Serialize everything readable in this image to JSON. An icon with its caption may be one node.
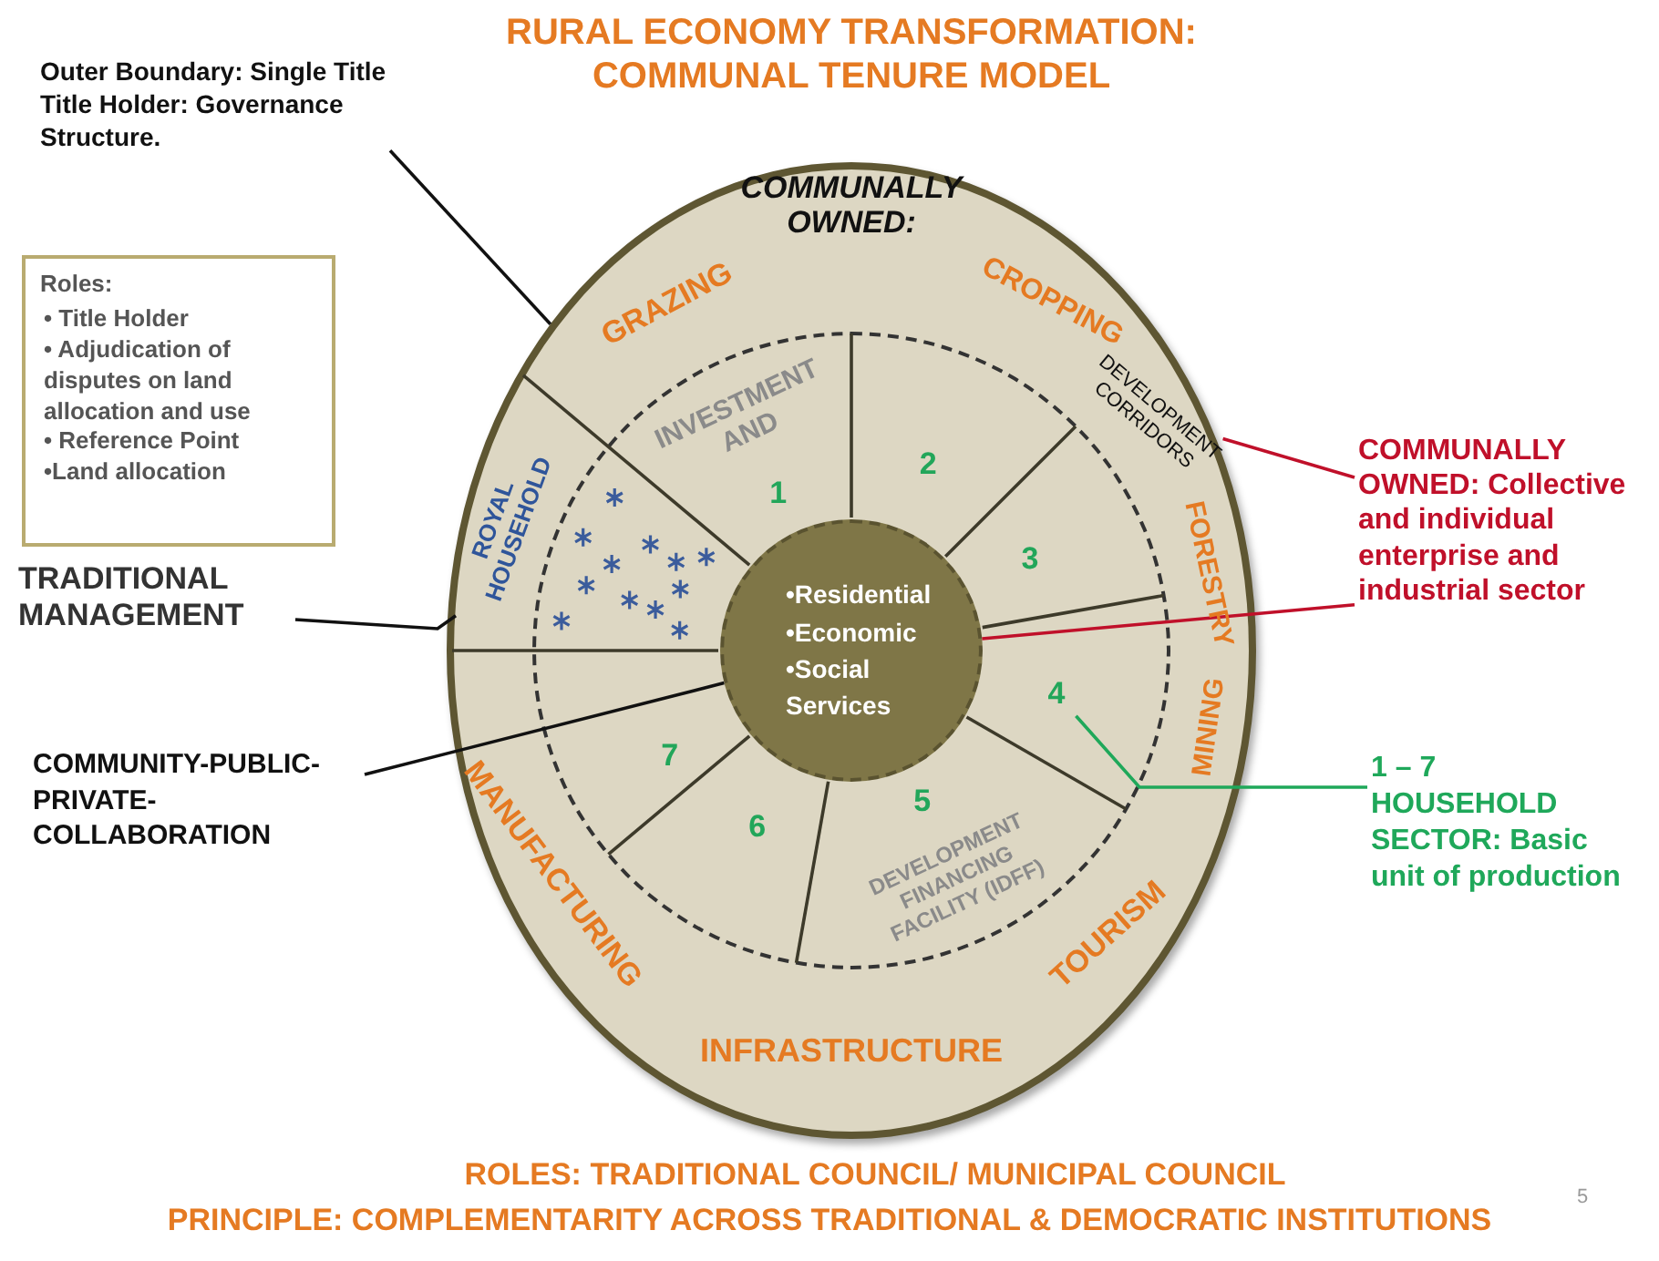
{
  "diagram": {
    "title": "RURAL ECONOMY TRANSFORMATION: COMMUNAL TENURE MODEL",
    "nodes": [
      {
        "text": [
          "COMMUNALLY OWNED:"
        ]
      },
      {
        "text": [
          "INVESTMENT AND",
          "DEVELOPMENT FINANCING FACILITY (IDFF)"
        ],
        "in": 0
      },
      {
        "text": [
          "•Residential",
          "•Economic",
          "•Social Services"
        ],
        "in": 1
      },
      {
        "text": [
          "1"
        ],
        "in": 1
      },
      {
        "text": [
          "2"
        ],
        "in": 1
      },
      {
        "text": [
          "3"
        ],
        "in": 1
      },
      {
        "text": [
          "4"
        ],
        "in": 1
      },
      {
        "text": [
          "5"
        ],
        "in": 1
      },
      {
        "text": [
          "6"
        ],
        "in": 1
      },
      {
        "text": [
          "7"
        ],
        "in": 1
      },
      {
        "text": [
          "ROYAL HOUSEHOLD"
        ],
        "in": 0
      },
      {
        "text": [
          "DEVELOPMENT CORRIDORS"
        ],
        "in": 0
      },
      {
        "text": [
          "Outer Boundary: Single Title Title Holder: Governance Structure."
        ]
      },
      {
        "text": [
          "Roles:",
          "• Title Holder",
          "• Adjudication of disputes on land allocation and use",
          "• Reference Point",
          "•Land allocation"
        ]
      },
      {
        "text": [
          "TRADITIONAL MANAGEMENT"
        ]
      },
      {
        "text": [
          "COMMUNITY-PUBLIC-PRIVATE-COLLABORATION"
        ]
      },
      {
        "text": [
          "COMMUNALLY OWNED: Collective and individual enterprise and industrial sector"
        ]
      },
      {
        "text": [
          "1 – 7 HOUSEHOLD SECTOR: Basic unit of production"
        ]
      }
    ],
    "edges": [
      {
        "from": 12,
        "to": 0,
        "arrow": "none"
      },
      {
        "from": 14,
        "to": 10,
        "arrow": "none"
      },
      {
        "from": 15,
        "to": 2,
        "arrow": "none"
      },
      {
        "from": 16,
        "to": 11,
        "arrow": "none",
        "color": "#c0102a"
      },
      {
        "from": 16,
        "to": 2,
        "arrow": "none",
        "color": "#c0102a"
      },
      {
        "from": 17,
        "to": 6,
        "arrow": "none",
        "color": "#1fa85a"
      }
    ],
    "labels": [
      "GRAZING",
      "CROPPING",
      "FORESTRY",
      "MINING",
      "TOURISM",
      "INFRASTRUCTURE",
      "MANUFACTURING",
      "ROLES: TRADITIONAL COUNCIL/ MUNICIPAL COUNCIL",
      "PRINCIPLE: COMPLEMENTARITY ACROSS TRADITIONAL & DEMOCRATIC INSTITUTIONS",
      "5"
    ]
  }
}
